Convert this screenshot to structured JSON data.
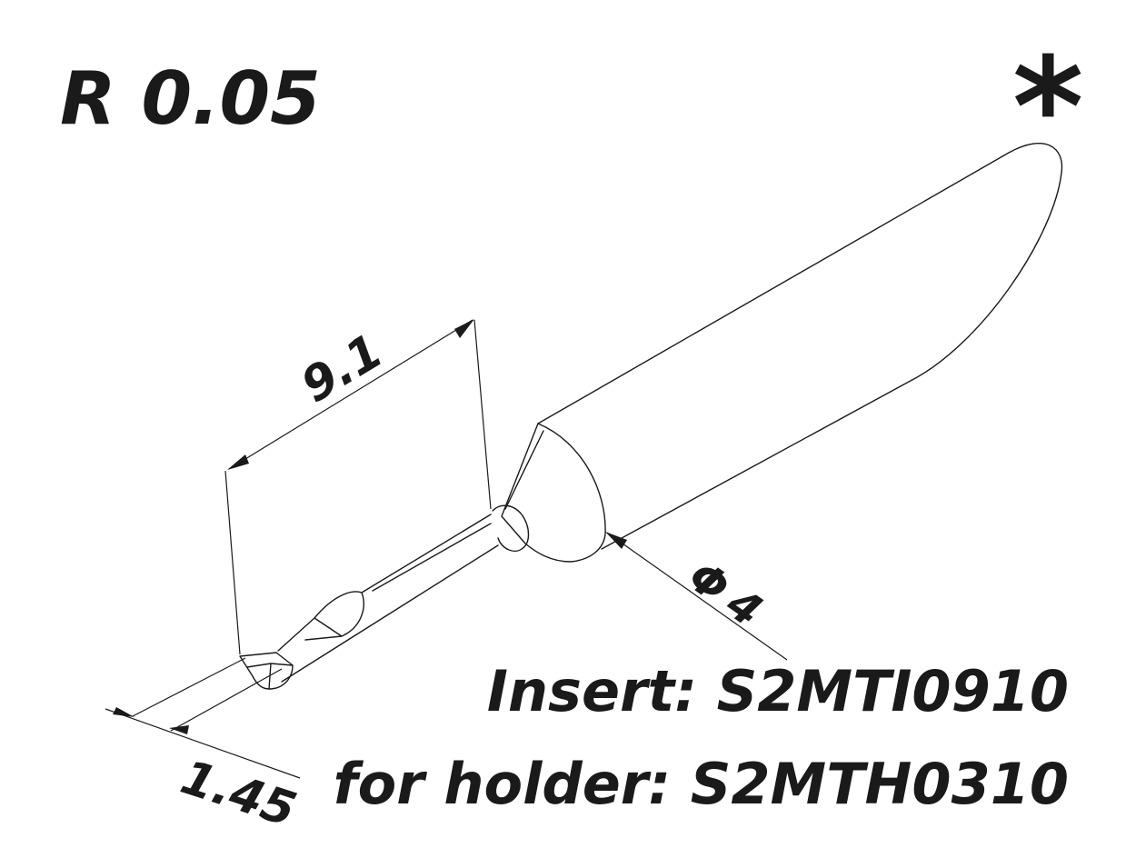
{
  "drawing": {
    "radius_label": "R 0.05",
    "marker": "*",
    "dimensions": {
      "length": "9.1",
      "diameter_symbol": "Φ",
      "diameter": "4",
      "width": "1.45"
    },
    "insert_label": "Insert: S2MTI0910",
    "holder_label": "for holder: S2MTH0310"
  }
}
